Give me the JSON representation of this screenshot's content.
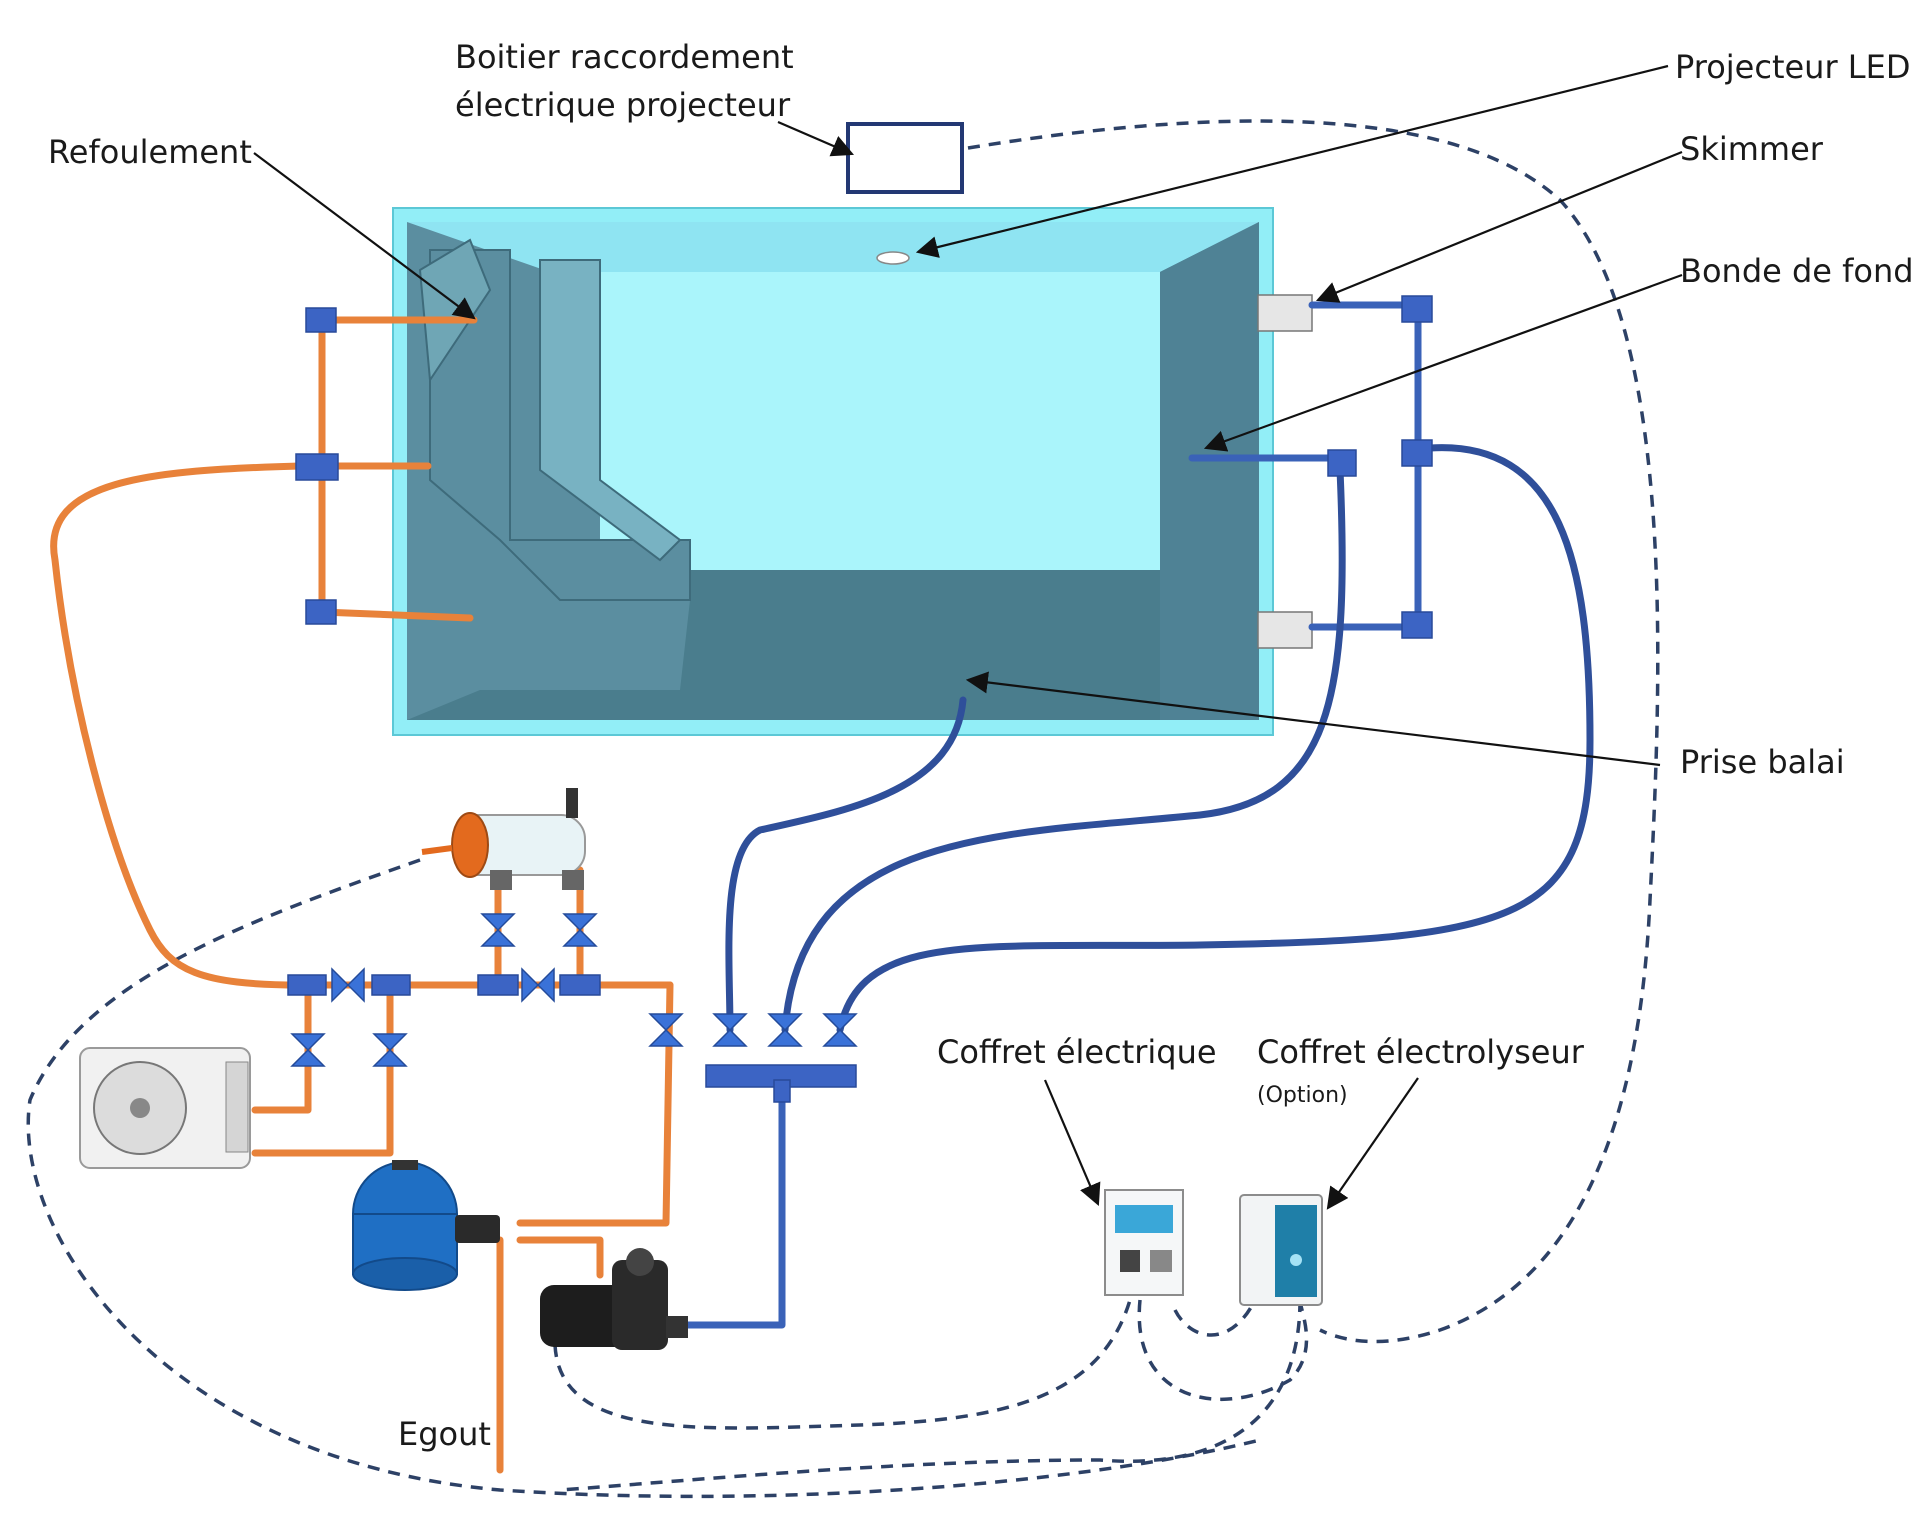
{
  "labels": {
    "boitier_line1": "Boitier raccordement",
    "boitier_line2": "électrique projecteur",
    "refoulement": "Refoulement",
    "projecteur_led": "Projecteur LED",
    "skimmer": "Skimmer",
    "bonde_de_fond": "Bonde de fond",
    "prise_balai": "Prise balai",
    "coffret_electrique": "Coffret électrique",
    "coffret_electrolyseur": "Coffret électrolyseur",
    "option": "(Option)",
    "egout": "Egout"
  },
  "colors": {
    "water": "#aaf5fb",
    "pool_floor": "#4a7d8d",
    "pool_wall": "#5b8ea0",
    "pool_rim": "#92eef7",
    "delivery_pipe": "#e8823a",
    "suction_pipe": "#3a62b8",
    "electric_cable": "#2d4166"
  },
  "components": {
    "heat_pump": "heat-pump-unit",
    "sand_filter": "sand-filter-tank",
    "pump": "circulation-pump",
    "electrolyser_cell": "electrolyser-cell",
    "control_box": "electrical-control-box",
    "electrolyser_box": "electrolyser-control-box"
  }
}
